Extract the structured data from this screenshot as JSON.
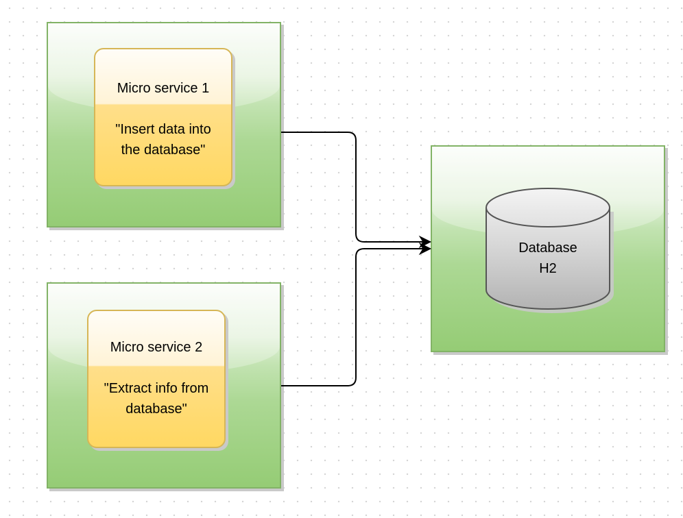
{
  "services": [
    {
      "title": "Micro service 1",
      "description": "\"Insert data into\nthe database\""
    },
    {
      "title": "Micro service 2",
      "description": "\"Extract info from\ndatabase\""
    }
  ],
  "database": {
    "line1": "Database",
    "line2": "H2"
  },
  "colors": {
    "container_fill": "#97d077",
    "container_stroke": "#82b366",
    "service_fill": "#ffd966",
    "service_stroke": "#d6b656",
    "database_fill": "#b5b5b5",
    "edge": "#000000"
  }
}
